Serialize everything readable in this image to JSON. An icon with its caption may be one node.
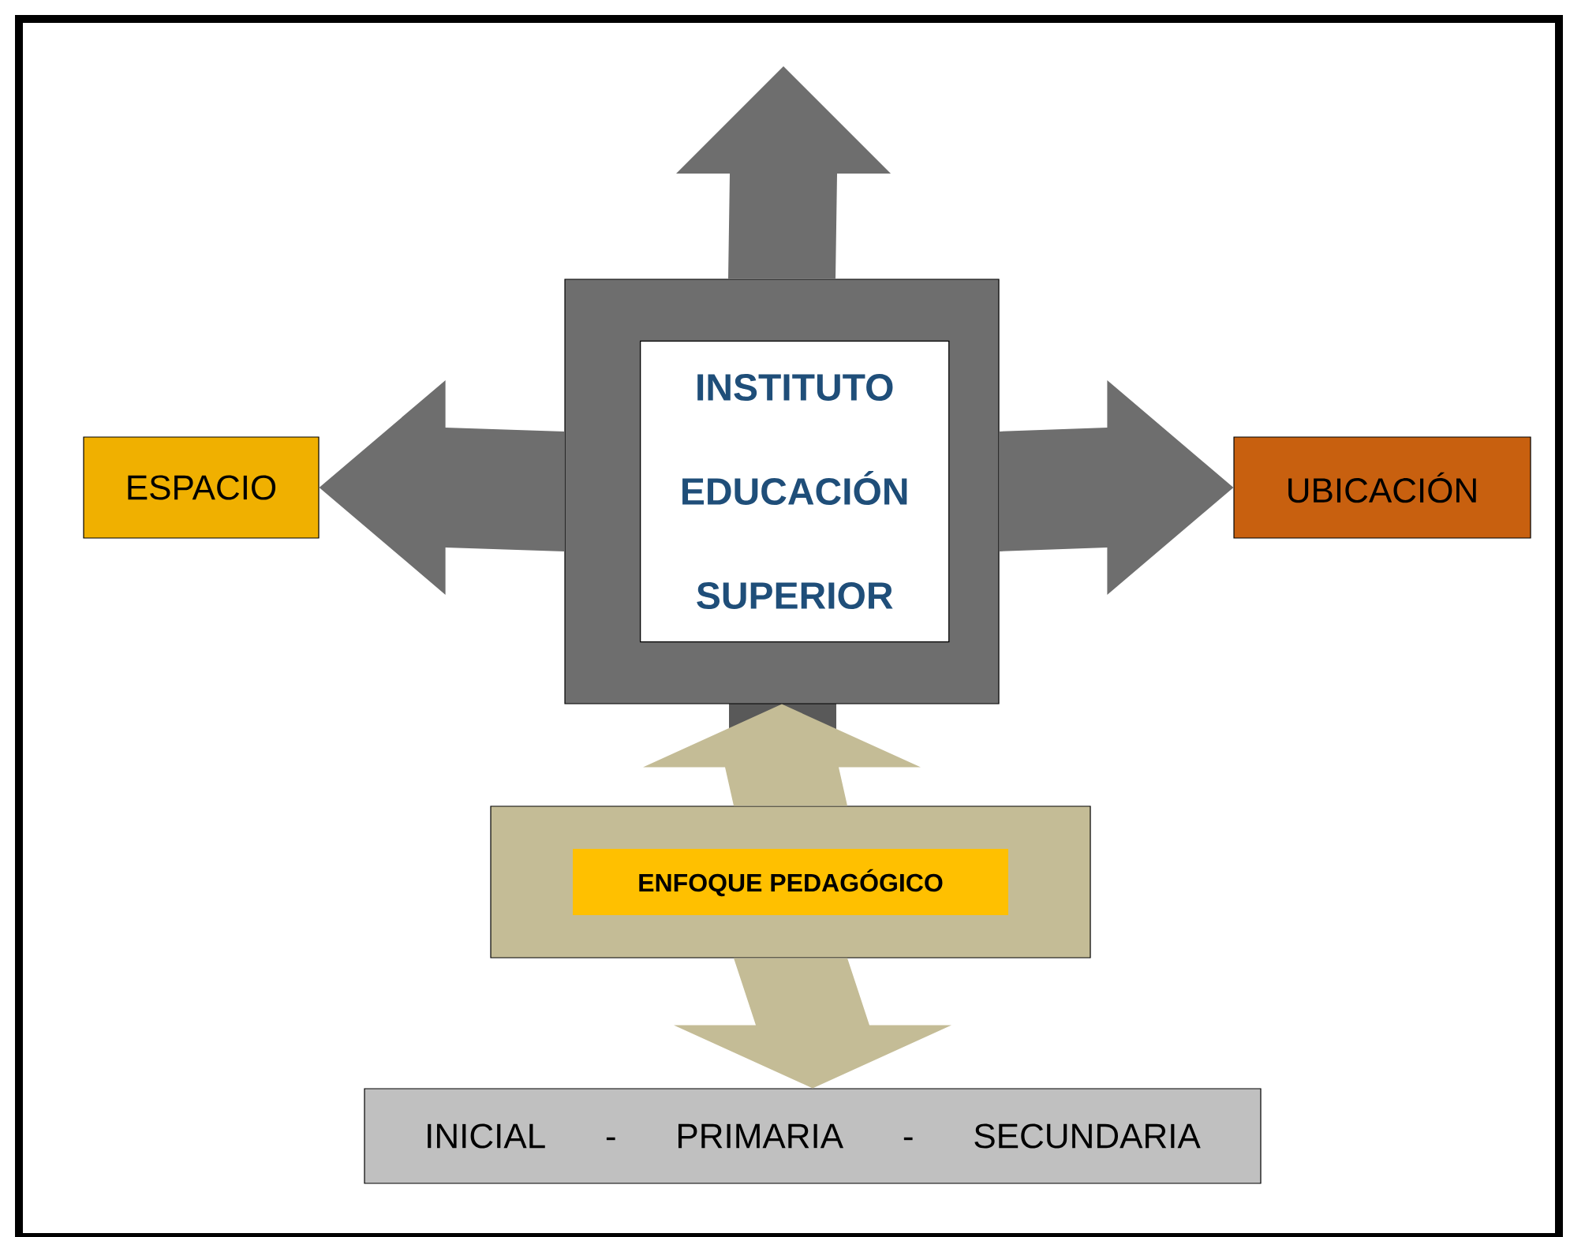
{
  "diagram": {
    "nodes": [
      {
        "text": [
          "INSTITUTO EDUCACIÓN SUPERIOR"
        ]
      },
      {
        "text": [
          "ESPACIO"
        ]
      },
      {
        "text": [
          "UBICACIÓN"
        ]
      },
      {
        "text": [
          "ENFOQUE PEDAGÓGICO"
        ]
      },
      {
        "text": [
          "INICIAL - PRIMARIA - SECUNDARIA"
        ]
      }
    ],
    "edges": [
      {
        "from": 0,
        "to": null,
        "arrow": "to"
      },
      {
        "from": 0,
        "to": 1,
        "arrow": "to"
      },
      {
        "from": 0,
        "to": 2,
        "arrow": "to"
      },
      {
        "from": 3,
        "to": 0,
        "arrow": "to"
      },
      {
        "from": 3,
        "to": 4,
        "arrow": "to"
      }
    ]
  }
}
